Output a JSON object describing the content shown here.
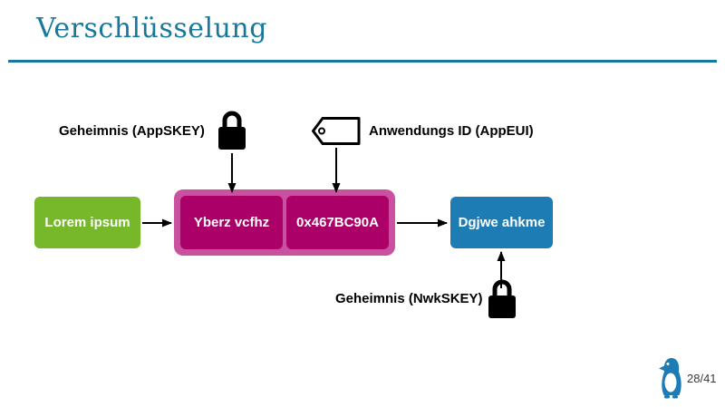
{
  "slide": {
    "title": "Verschlüsselung",
    "page_number": "28/41"
  },
  "colors": {
    "accent_teal": "#17789b",
    "green_node": "#76b82a",
    "magenta_container": "#c9519f",
    "magenta_node": "#aa0068",
    "blue_node": "#1d7cb4",
    "text": "#000000"
  },
  "diagram": {
    "label_appskey": "Geheimnis (AppSKEY)",
    "label_appeui": "Anwendungs ID (AppEUI)",
    "label_nwkskey": "Geheimnis (NwkSKEY)",
    "node_lorem": "Lorem ipsum",
    "node_yberz": "Yberz vcfhz",
    "node_hex": "0x467BC90A",
    "node_dgjwe": "Dgjwe ahkme"
  },
  "icons": {
    "padlock_top": "padlock-icon",
    "tag": "tag-icon",
    "padlock_bottom": "padlock-icon",
    "logo": "penguin-logo"
  }
}
